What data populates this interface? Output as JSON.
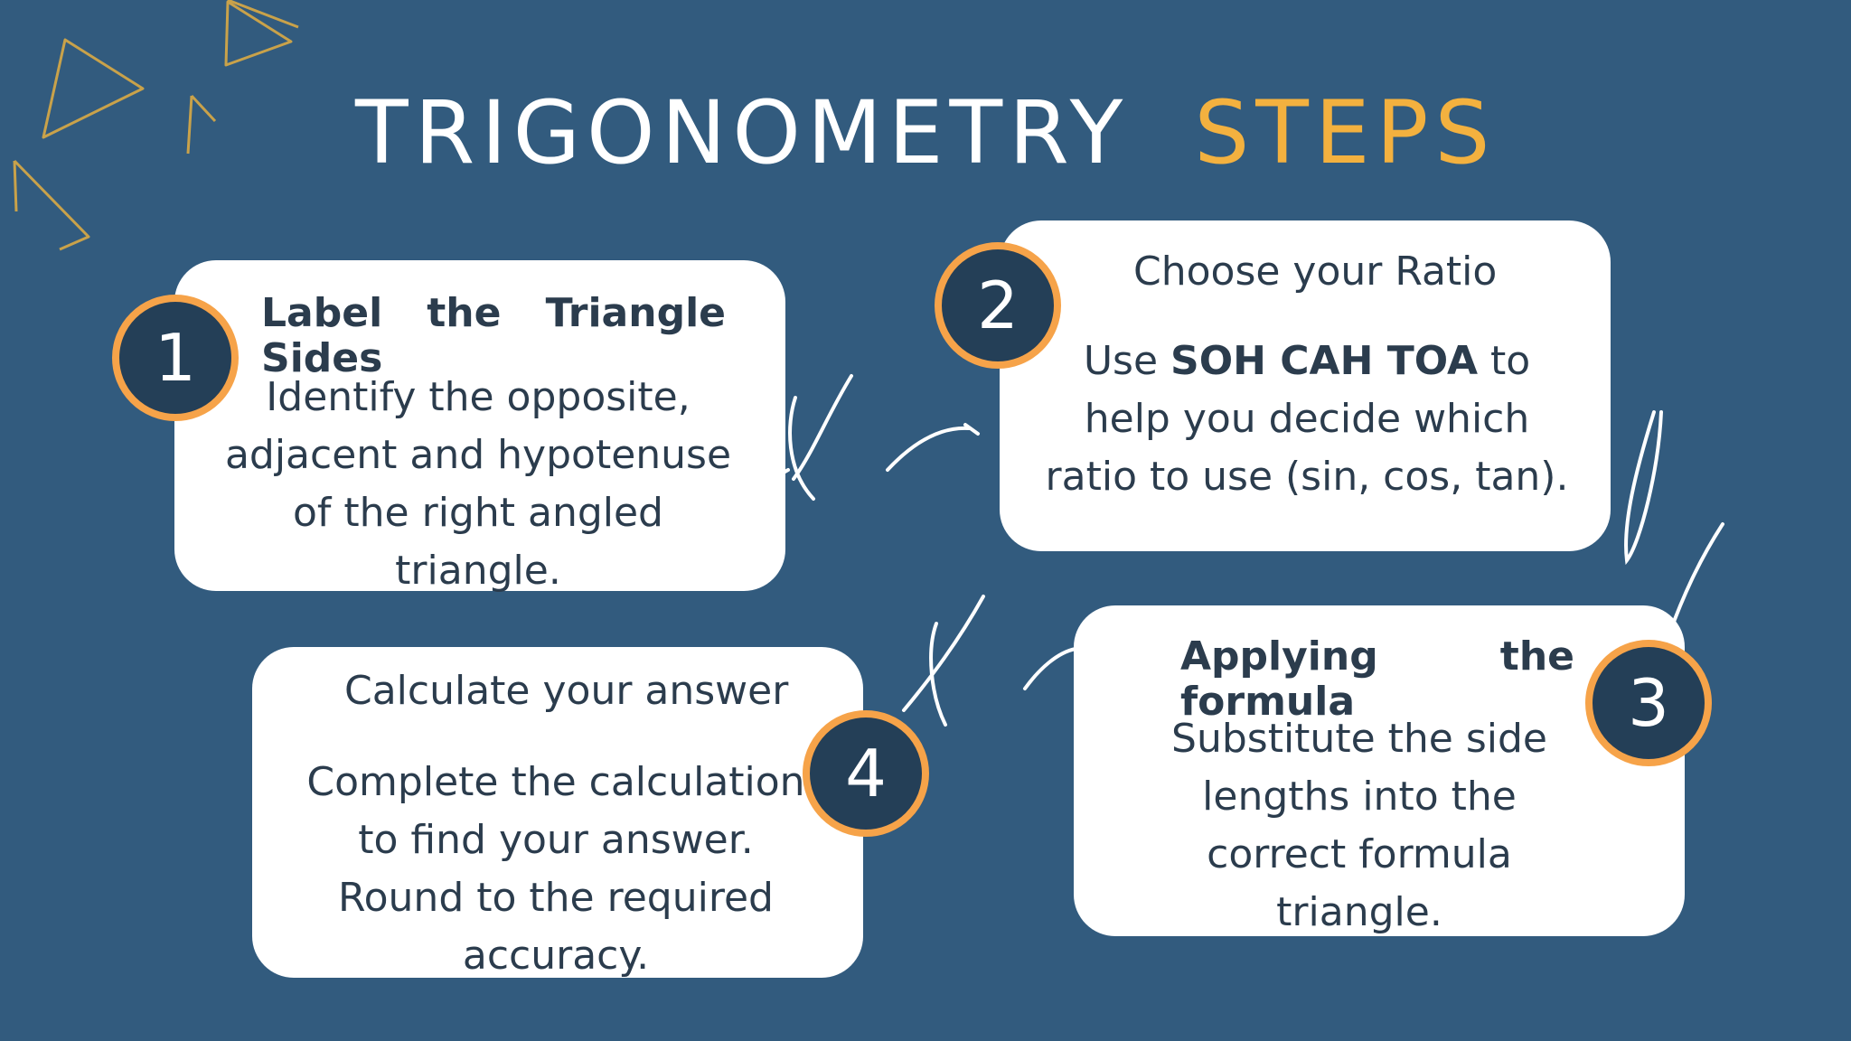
{
  "title": {
    "part1": "TRIGONOMETRY",
    "part2": "STEPS"
  },
  "colors": {
    "background": "#325b7e",
    "accent": "#f3b13f",
    "badge_ring": "#f6a349",
    "badge_fill": "#243f57",
    "card": "#ffffff",
    "text": "#2b3c4d"
  },
  "steps": [
    {
      "number": "1",
      "heading": "Label the Triangle Sides",
      "body": "Identify the opposite, adjacent and hypotenuse of the right angled triangle."
    },
    {
      "number": "2",
      "heading": "Choose your Ratio",
      "body_pre": "Use ",
      "body_bold": "SOH CAH TOA",
      "body_post": " to help you decide which ratio to use (sin, cos, tan)."
    },
    {
      "number": "3",
      "heading": "Applying the formula",
      "body": "Substitute the side lengths into the correct formula triangle."
    },
    {
      "number": "4",
      "heading": "Calculate your answer",
      "body": "Complete the calculation to find your answer. Round to the required accuracy."
    }
  ]
}
